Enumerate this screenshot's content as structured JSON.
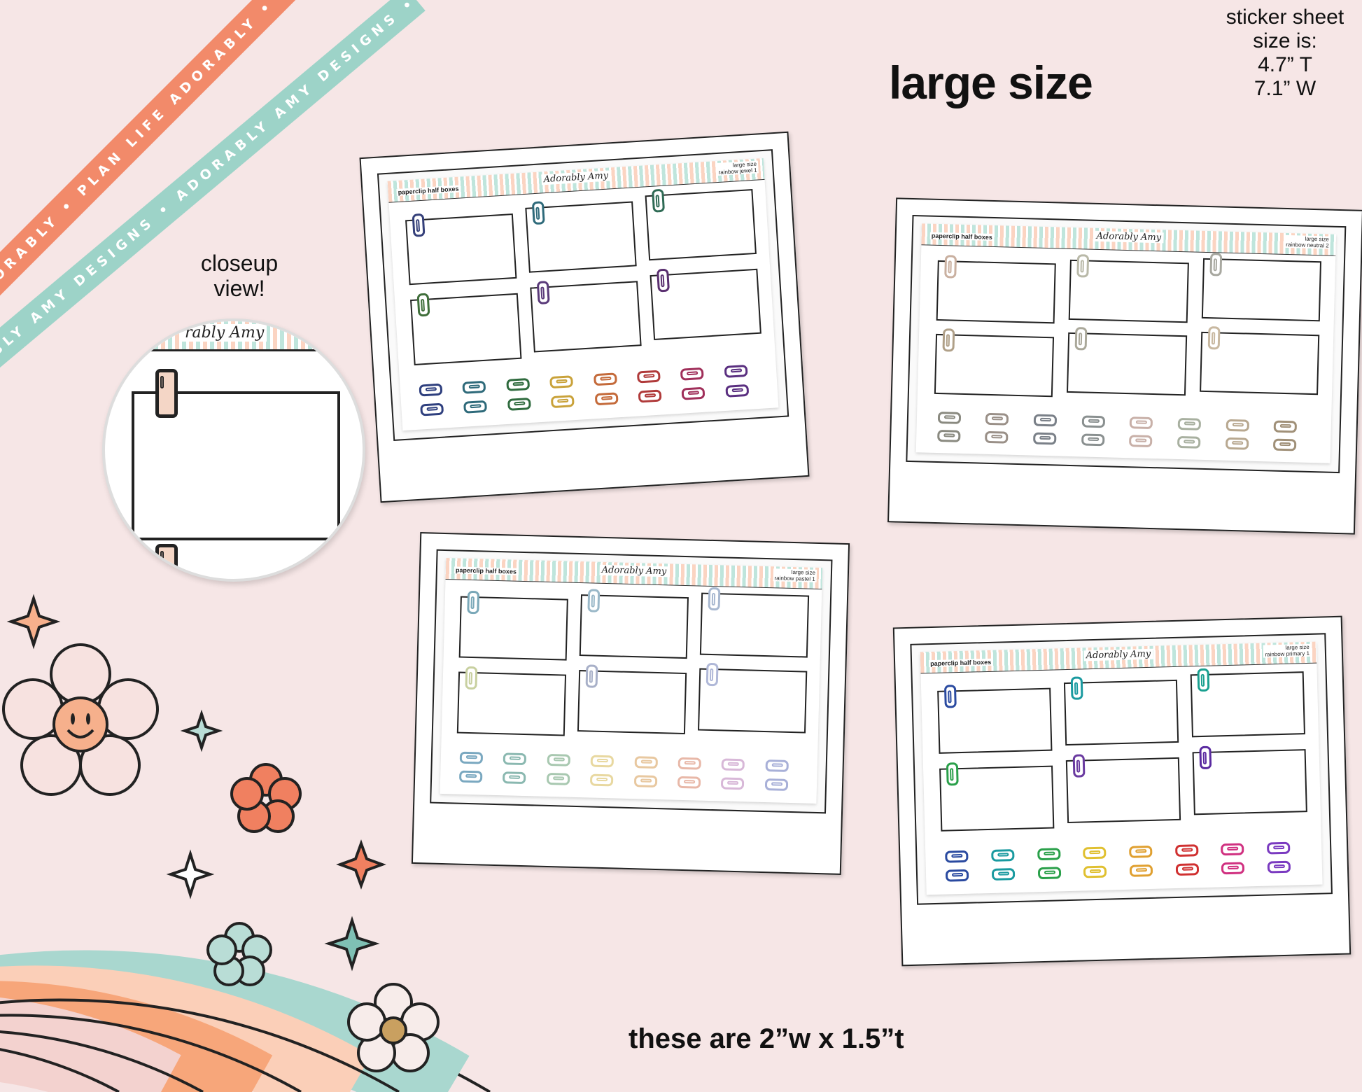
{
  "ribbons": {
    "top": "PLAN LIFE ADORABLY • PLAN LIFE ADORABLY • PLAN LIFE AD",
    "bottom": "ADORABLY AMY DESIGNS • ADORABLY AMY DESIGNS •"
  },
  "heading": "large size",
  "sheet_size": {
    "line1": "sticker sheet",
    "line2": "size is:",
    "line3": "4.7” T",
    "line4": "7.1” W"
  },
  "closeup": {
    "line1": "closeup",
    "line2": "view!",
    "brand_snippet": "rably Amy"
  },
  "footer": "these are 2”w x 1.5”t",
  "sheets": [
    {
      "title": "paperclip half boxes",
      "brand": "Adorably Amy",
      "size": "large size",
      "variant": "rainbow jewel 1",
      "box_clips": [
        "#35407a",
        "#2e6a7a",
        "#2f6b55",
        "#3f6e3a",
        "#5a3a7a",
        "#5a2f70"
      ],
      "colors": [
        "#2e3f7e",
        "#2e6a7a",
        "#2f6b3e",
        "#c9a23a",
        "#c46a3a",
        "#b03a3a",
        "#a02f5a",
        "#5a2f80"
      ]
    },
    {
      "title": "paperclip half boxes",
      "brand": "Adorably Amy",
      "size": "large size",
      "variant": "rainbow neutral 2",
      "box_clips": [
        "#c9b0a0",
        "#b9b9a8",
        "#a8a8a0",
        "#b0a088",
        "#aaa89a",
        "#c8b8a0"
      ],
      "colors": [
        "#8a8a80",
        "#9a9088",
        "#7a8088",
        "#8a9090",
        "#c8b0a8",
        "#a8b0a0",
        "#b8a890",
        "#a09078"
      ]
    },
    {
      "title": "paperclip half boxes",
      "brand": "Adorably Amy",
      "size": "large size",
      "variant": "rainbow pastel 1",
      "box_clips": [
        "#7aa8b8",
        "#9ab8c8",
        "#a8b8d0",
        "#c8d0a0",
        "#a8b0c8",
        "#b0b8d8"
      ],
      "colors": [
        "#7aa8c0",
        "#8ab8b0",
        "#a8c8b0",
        "#e8d8a0",
        "#e8c8a0",
        "#e8b8a8",
        "#d8b8d8",
        "#a8b0d8"
      ]
    },
    {
      "title": "paperclip half boxes",
      "brand": "Adorably Amy",
      "size": "large size",
      "variant": "rainbow primary 1",
      "box_clips": [
        "#2a4aa0",
        "#1a9aa0",
        "#1aa090",
        "#2aa04a",
        "#6a3aa0",
        "#5a2aa0"
      ],
      "colors": [
        "#2a4aa0",
        "#1a9aa0",
        "#2aa04a",
        "#e0c030",
        "#e0a030",
        "#d03030",
        "#d03080",
        "#7a3ac0"
      ]
    }
  ],
  "colors": {
    "background": "#f6e6e6",
    "coral": "#f28a6a",
    "mint": "#9dd3c8",
    "peach": "#fbcfb8",
    "pink": "#f0d0cc"
  }
}
